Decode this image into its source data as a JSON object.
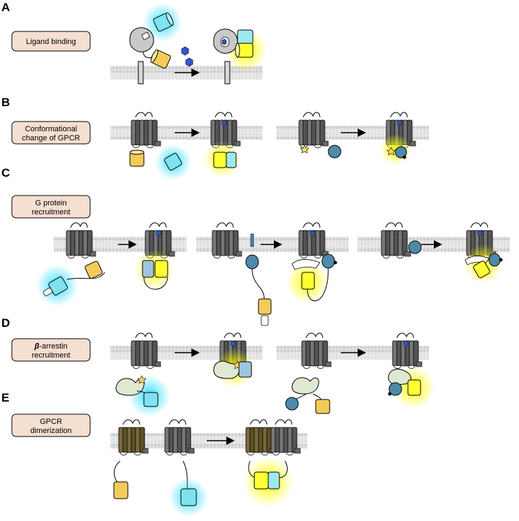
{
  "panels": [
    {
      "letter": "A",
      "lines": [
        "Ligand binding"
      ]
    },
    {
      "letter": "B",
      "lines": [
        "Conformational",
        "change of GPCR"
      ]
    },
    {
      "letter": "C",
      "lines": [
        "G protein",
        "recruitment"
      ]
    },
    {
      "letter": "D",
      "greek": "β",
      "lines": [
        "-arrestin",
        "recruitment"
      ]
    },
    {
      "letter": "E",
      "lines": [
        "GPCR",
        "dimerization"
      ]
    }
  ],
  "colors": {
    "label_box_fill": "#f5dfd1",
    "membrane": "#dcdcdc",
    "receptor": "#777777",
    "receptor_dark": "#555555",
    "receptor_dimer": "#7a6a3a",
    "nluc_yellow": "#f3cb58",
    "nluc_yellow_bright": "#ffff33",
    "fragment_cyan": "#7fe2ee",
    "glow_cyan": "#00d8ff",
    "glow_yellow": "#ffff00",
    "g_protein": "#4d89aa",
    "g_protein_light": "#9ec5e0",
    "arrestin": "#dfe9d2",
    "ligand": "#2f57cc",
    "star": "#f5d95a"
  },
  "icons": [
    "arrow-icon",
    "star-icon",
    "hexagon-ligand-icon"
  ]
}
